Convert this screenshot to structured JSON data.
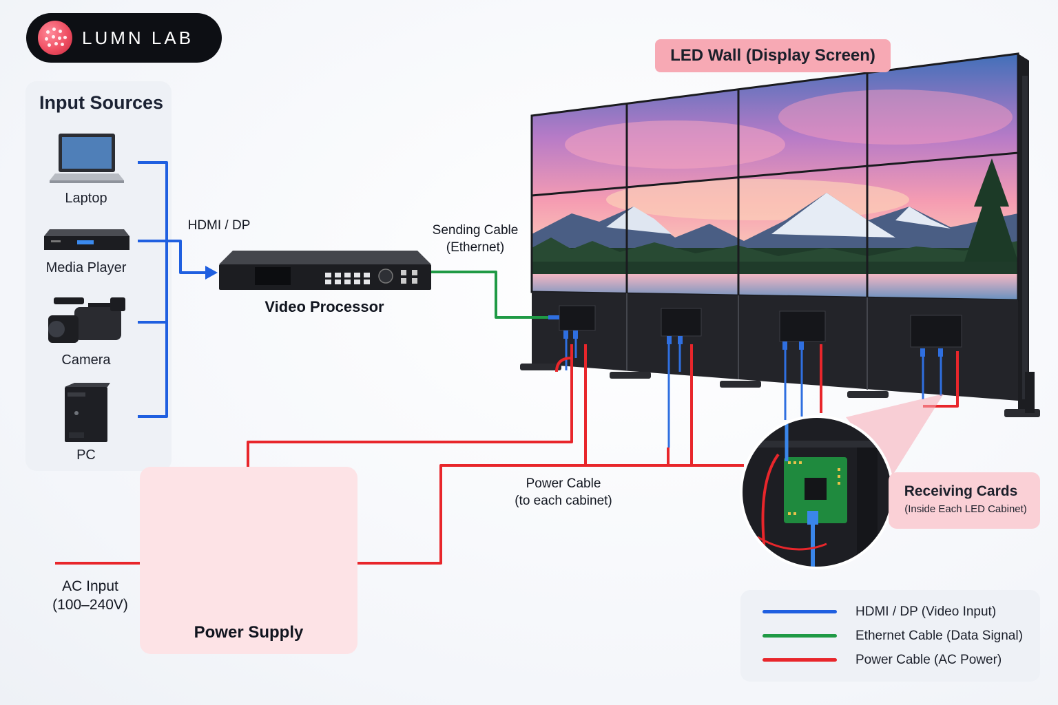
{
  "logo": {
    "text": "LUMN LAB"
  },
  "input_sources": {
    "title": "Input Sources",
    "items": [
      {
        "label": "Laptop",
        "icon": "laptop-icon"
      },
      {
        "label": "Media Player",
        "icon": "media-player-icon"
      },
      {
        "label": "Camera",
        "icon": "camera-icon"
      },
      {
        "label": "PC",
        "icon": "pc-tower-icon"
      }
    ]
  },
  "connections": {
    "hdmi": "HDMI / DP",
    "sending_cable": [
      "Sending Cable",
      "(Ethernet)"
    ],
    "power_cable": [
      "Power Cable",
      "(to each cabinet)"
    ],
    "ac_input": [
      "AC Input",
      "(100–240V)"
    ]
  },
  "devices": {
    "video_processor": "Video Processor",
    "led_wall": "LED Wall (Display Screen)",
    "power_supply": "Power Supply",
    "receiving_cards": {
      "title": "Receiving Cards",
      "subtitle": "(Inside Each LED Cabinet)"
    }
  },
  "legend": [
    {
      "label": "HDMI / DP (Video Input)",
      "color": "#1f5fe0"
    },
    {
      "label": "Ethernet Cable (Data Signal)",
      "color": "#1f9a45"
    },
    {
      "label": "Power Cable (AC Power)",
      "color": "#e8262b"
    }
  ],
  "colors": {
    "hdmi": "#1f5fe0",
    "ethernet": "#1f9a45",
    "power": "#e8262b",
    "accent_pink": "#f7a9b4"
  }
}
